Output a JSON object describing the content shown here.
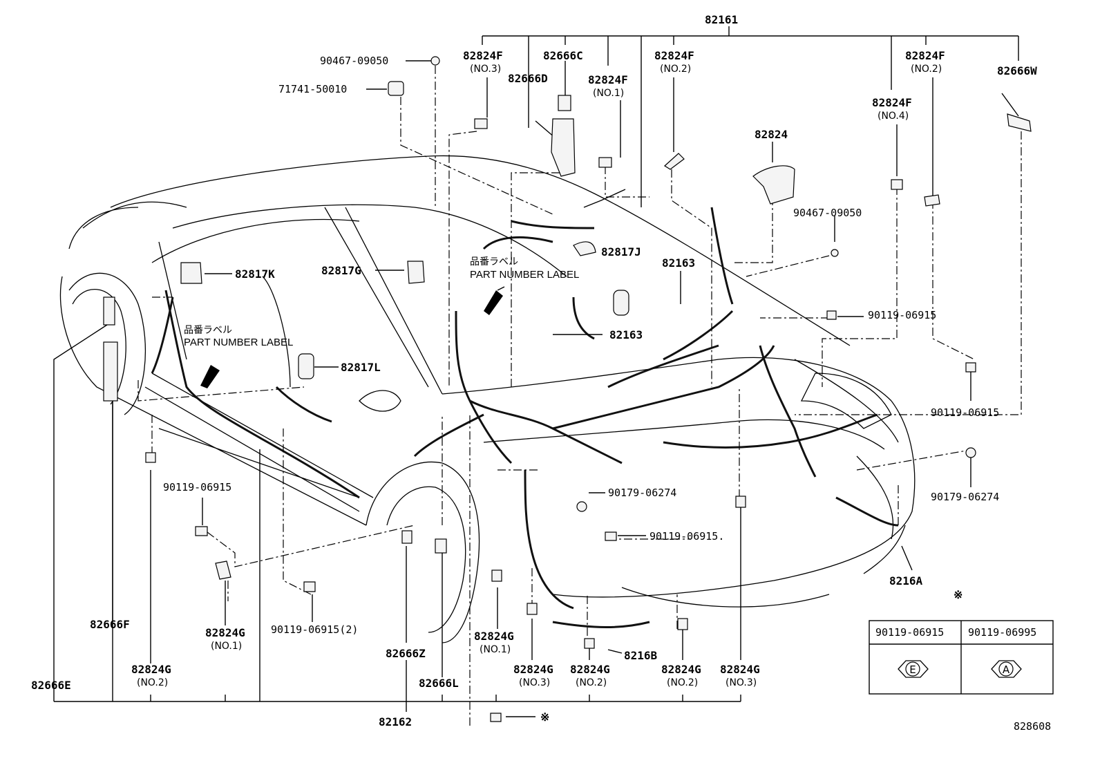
{
  "diagram": {
    "ref_code": "828608",
    "assembly_labels": {
      "top": "82161",
      "bottom": "82162"
    },
    "part_labels": {
      "p90467_top": "90467-09050",
      "p71741": "71741-50010",
      "p82824F_no3": "82824F",
      "p82824F_no3_sub": "(NO.3)",
      "p82666C": "82666C",
      "p82666D": "82666D",
      "p82824F_no1": "82824F",
      "p82824F_no1_sub": "(NO.1)",
      "p82824F_no2a": "82824F",
      "p82824F_no2a_sub": "(NO.2)",
      "p82824F_no2b": "82824F",
      "p82824F_no2b_sub": "(NO.2)",
      "p82824F_no4": "82824F",
      "p82824F_no4_sub": "(NO.4)",
      "p82666W": "82666W",
      "p82824": "82824",
      "p90467_right": "90467-09050",
      "p82817J": "82817J",
      "p82163a": "82163",
      "p82163b": "82163",
      "p82817K": "82817K",
      "p82817G": "82817G",
      "p82817L": "82817L",
      "p90119_r1": "90119-06915",
      "p90119_r2": "90119-06915",
      "p90179_r": "90179-06274",
      "p90179_c": "90179-06274",
      "p90119_c": "90119-06915.",
      "p90119_l": "90119-06915",
      "p90119_l2": "90119-06915(2)",
      "p8216A": "8216A",
      "p8216B": "8216B",
      "p82666F": "82666F",
      "p82666E": "82666E",
      "p82824G_no2a": "82824G",
      "p82824G_no2a_sub": "(NO.2)",
      "p82824G_no1a": "82824G",
      "p82824G_no1a_sub": "(NO.1)",
      "p82666Z": "82666Z",
      "p82666L": "82666L",
      "p82824G_no1b": "82824G",
      "p82824G_no1b_sub": "(NO.1)",
      "p82824G_no3a": "82824G",
      "p82824G_no3a_sub": "(NO.3)",
      "p82824G_no2b": "82824G",
      "p82824G_no2b_sub": "(NO.2)",
      "p82824G_no2c": "82824G",
      "p82824G_no2c_sub": "(NO.2)",
      "p82824G_no3b": "82824G",
      "p82824G_no3b_sub": "(NO.3)"
    },
    "callouts": {
      "label_front_jp": "品番ラベル",
      "label_front_en": "PART NUMBER LABEL",
      "label_left_jp": "品番ラベル",
      "label_left_en": "PART NUMBER LABEL"
    },
    "bolt_table": {
      "mark": "※",
      "headers": [
        "90119-06915",
        "90119-06995"
      ],
      "symbols": [
        "E",
        "A"
      ]
    },
    "bottom_bolt_mark": "※"
  }
}
